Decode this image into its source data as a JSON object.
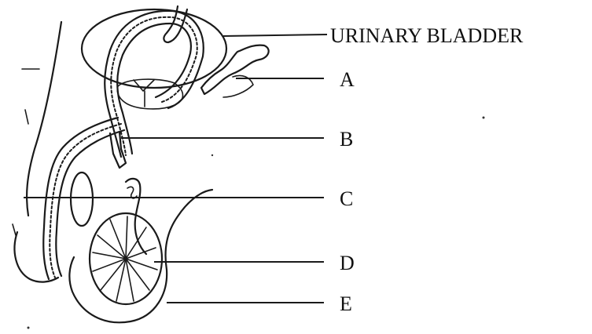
{
  "diagram": {
    "labels": {
      "bladder": "URINARY BLADDER",
      "a": "A",
      "b": "B",
      "c": "C",
      "d": "D",
      "e": "E"
    },
    "ink_color": "#1a1a1a"
  }
}
